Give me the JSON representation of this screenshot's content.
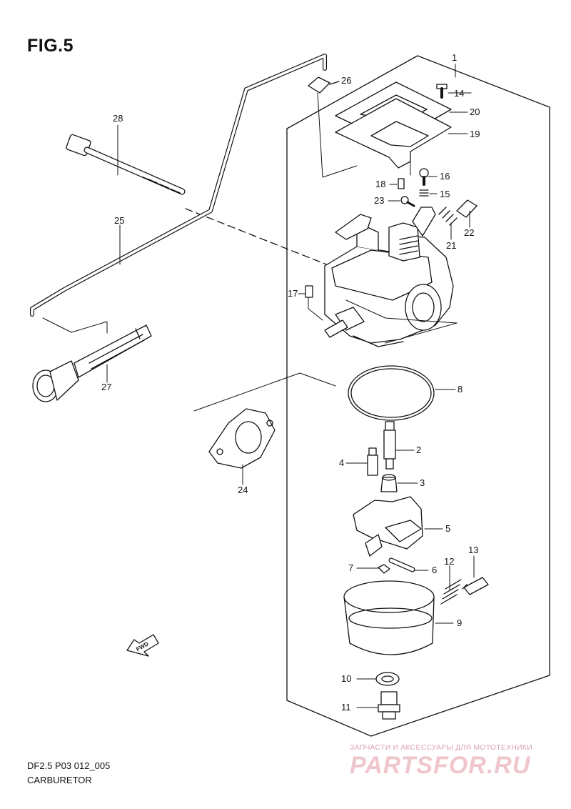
{
  "figure": {
    "title": "FIG.5"
  },
  "footer": {
    "code": "DF2.5 P03 012_005",
    "name": "CARBURETOR"
  },
  "watermark": {
    "tagline": "ЗАПЧАСТИ И АКСЕССУАРЫ ДЛЯ МОТОТЕХНИКИ",
    "brand": "PARTSFOR.RU"
  },
  "fwd_arrow": {
    "label": "FWD"
  },
  "callouts": {
    "c1": "1",
    "c2": "2",
    "c3": "3",
    "c4": "4",
    "c5": "5",
    "c6": "6",
    "c7": "7",
    "c8": "8",
    "c9": "9",
    "c10": "10",
    "c11": "11",
    "c12": "12",
    "c13": "13",
    "c14": "14",
    "c15": "15",
    "c16": "16",
    "c17": "17",
    "c18": "18",
    "c19": "19",
    "c20": "20",
    "c21": "21",
    "c22": "22",
    "c23": "23",
    "c24": "24",
    "c25": "25",
    "c26": "26",
    "c27": "27",
    "c28": "28"
  },
  "colors": {
    "line": "#111111",
    "watermark": "#f0c6cd"
  }
}
